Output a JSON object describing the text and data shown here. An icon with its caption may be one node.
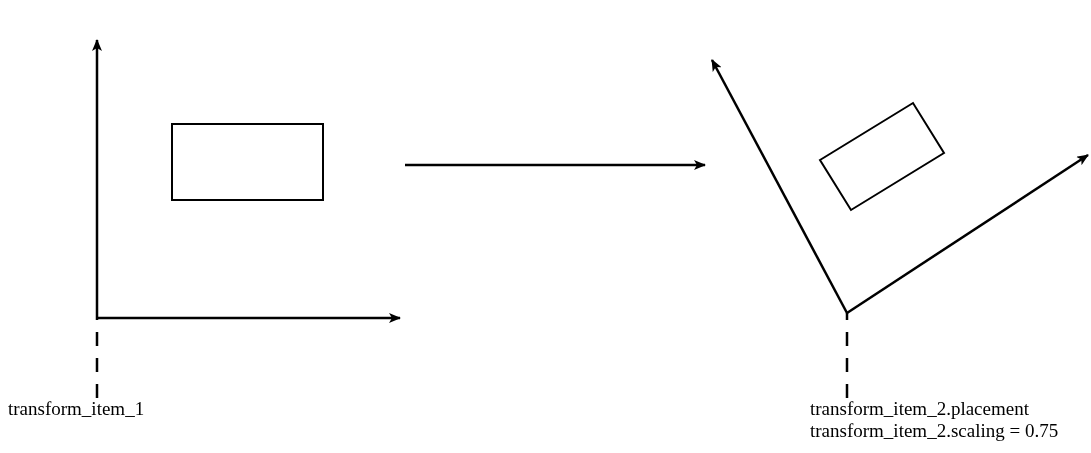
{
  "diagram": {
    "nodes": [
      {
        "text": [],
        "shape": "picture"
      },
      {
        "text": [],
        "shape": "picture"
      },
      {
        "text": [
          "transform_item_1"
        ]
      },
      {
        "text": [
          "transform_item_2.placement",
          "transform_item_2.scaling = 0.75"
        ]
      }
    ],
    "edges": [
      {
        "from": 0,
        "to": 1,
        "arrow": "to"
      },
      {
        "from": 2,
        "to": 0,
        "arrow": "none",
        "style": "dashed"
      },
      {
        "from": 3,
        "to": 1,
        "arrow": "none",
        "style": "dashed"
      }
    ]
  }
}
